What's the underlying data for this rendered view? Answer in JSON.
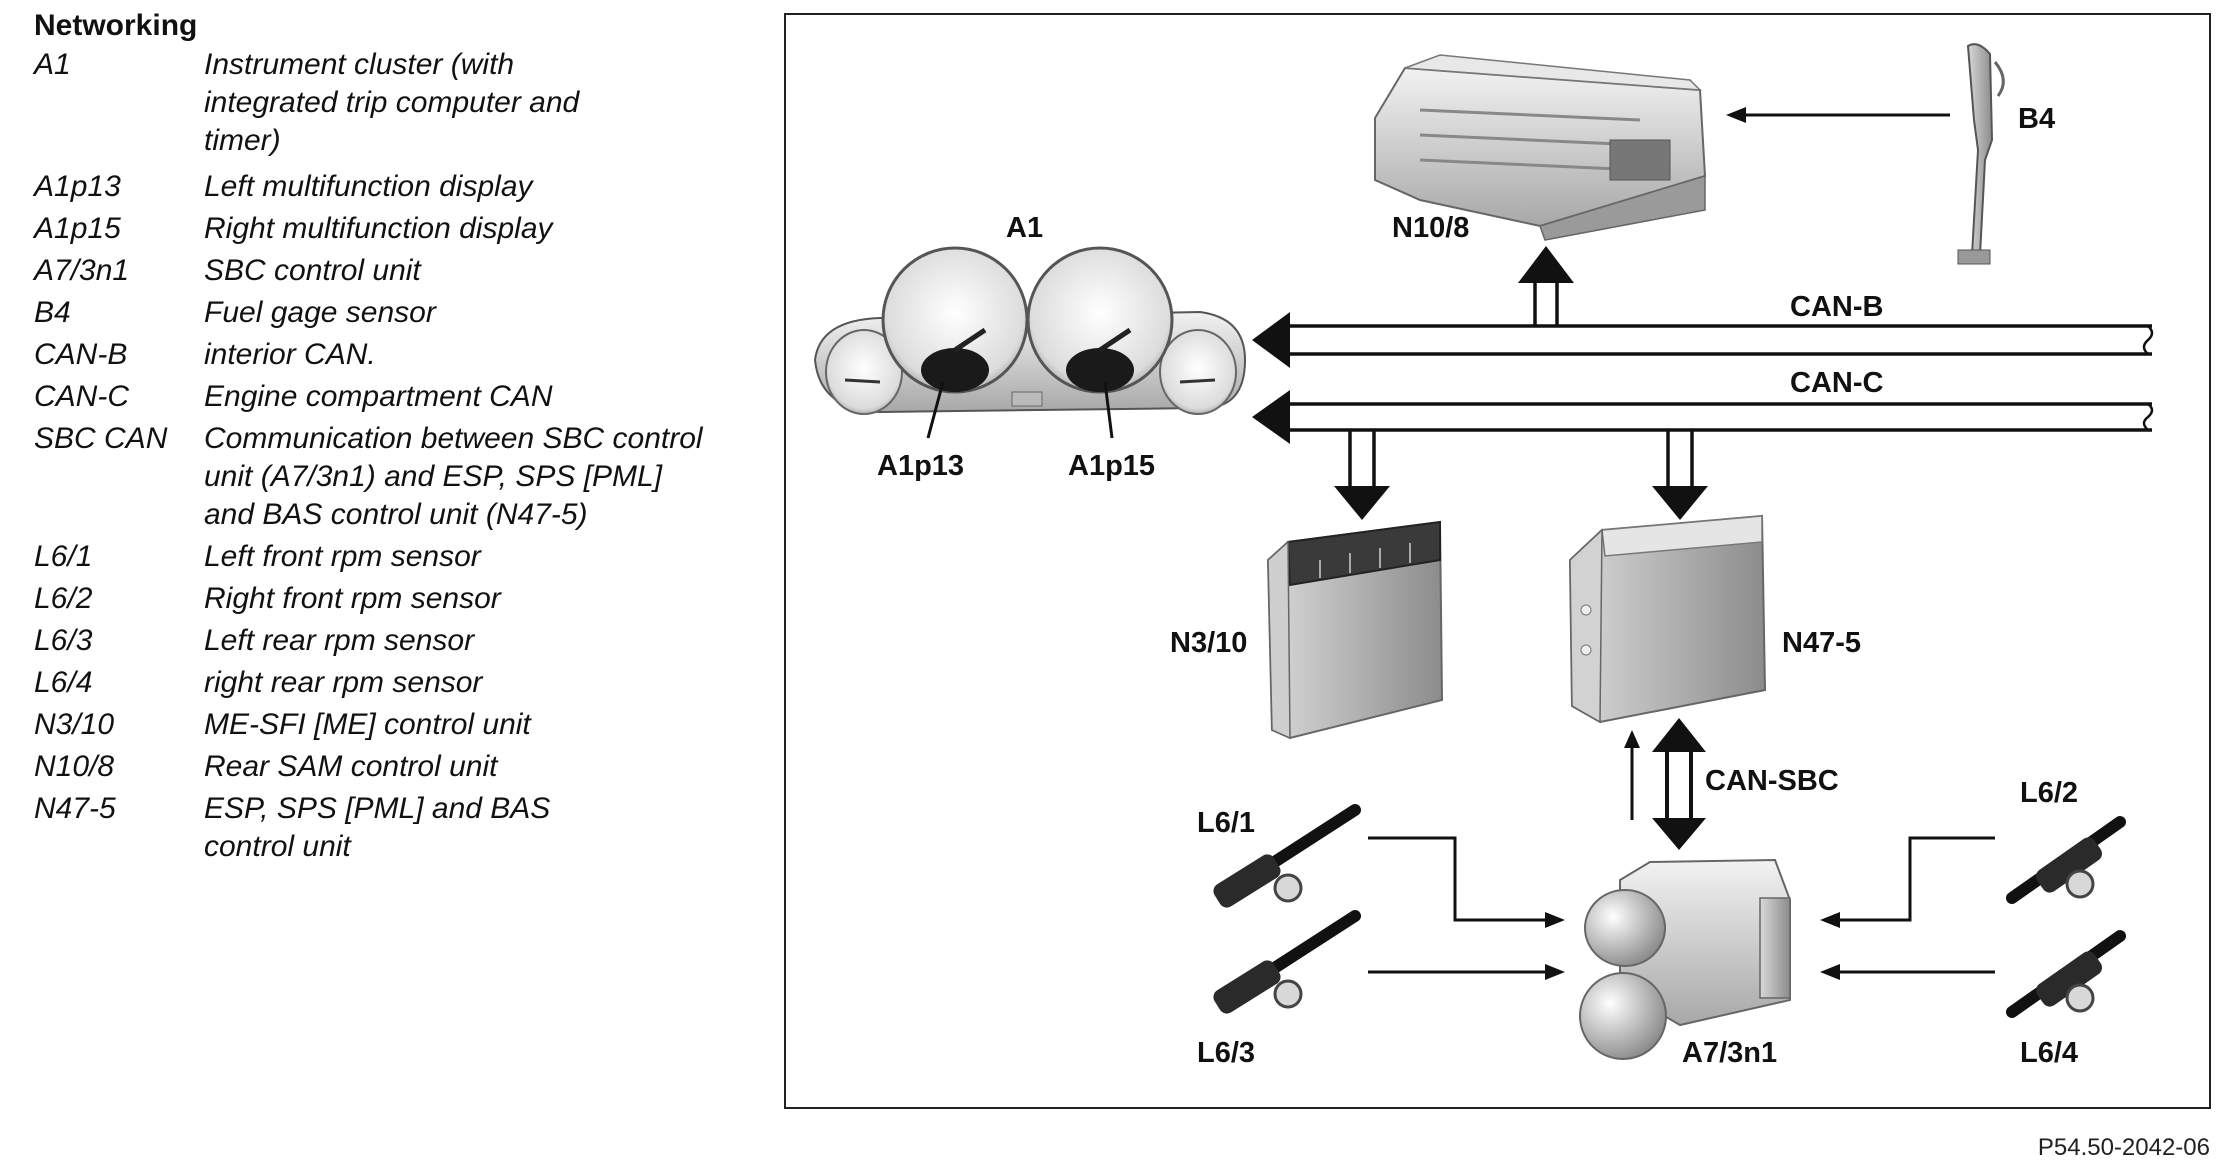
{
  "legend": {
    "heading": "Networking",
    "entries": [
      {
        "code": "A1",
        "desc": "Instrument cluster (with integrated trip computer and timer)"
      },
      {
        "code": "A1p13",
        "desc": "Left multifunction display"
      },
      {
        "code": "A1p15",
        "desc": "Right multifunction display"
      },
      {
        "code": "A7/3n1",
        "desc": "SBC control unit"
      },
      {
        "code": "B4",
        "desc": "Fuel gage sensor"
      },
      {
        "code": "CAN-B",
        "desc": "interior CAN."
      },
      {
        "code": "CAN-C",
        "desc": "Engine compartment CAN"
      },
      {
        "code": "SBC CAN",
        "desc": "Communication between SBC control unit (A7/3n1) and ESP, SPS [PML] and BAS control unit (N47-5)"
      },
      {
        "code": "L6/1",
        "desc": "Left front rpm sensor"
      },
      {
        "code": "L6/2",
        "desc": "Right front rpm sensor"
      },
      {
        "code": "L6/3",
        "desc": "Left rear rpm sensor"
      },
      {
        "code": "L6/4",
        "desc": "right rear rpm sensor"
      },
      {
        "code": "N3/10",
        "desc": "ME-SFI [ME] control unit"
      },
      {
        "code": "N10/8",
        "desc": "Rear SAM control unit"
      },
      {
        "code": "N47-5",
        "desc": "ESP, SPS [PML] and BAS control unit"
      }
    ]
  },
  "diagram": {
    "labels": {
      "a1": "A1",
      "a1p13": "A1p13",
      "a1p15": "A1p15",
      "n10_8": "N10/8",
      "b4": "B4",
      "can_b": "CAN-B",
      "can_c": "CAN-C",
      "n3_10": "N3/10",
      "n47_5": "N47-5",
      "can_sbc": "CAN-SBC",
      "l6_1": "L6/1",
      "l6_2": "L6/2",
      "l6_3": "L6/3",
      "l6_4": "L6/4",
      "a7_3n1": "A7/3n1"
    }
  },
  "figure_id": "P54.50-2042-06"
}
